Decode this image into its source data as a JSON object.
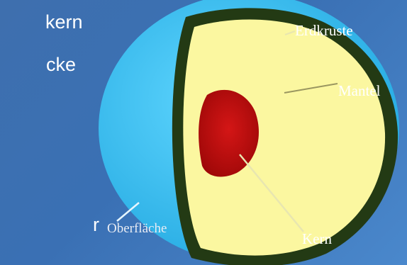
{
  "slide_text": [
    "kern",
    "cke",
    "r"
  ],
  "diagram": {
    "labels": {
      "crust": "Erdkruste",
      "mantle": "Mantel",
      "surface": "Oberfläche",
      "core": "Kern"
    }
  },
  "colors": {
    "background": "#3a70b4",
    "surface": "#38c0f0",
    "crust": "#233a14",
    "mantle": "#fbf7a0",
    "core": "#c20f0f",
    "pointer_line": "#e8e6b0"
  }
}
